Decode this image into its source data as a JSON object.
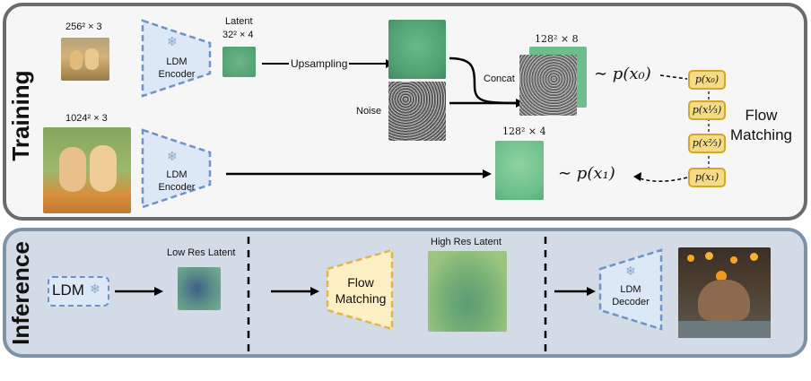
{
  "training": {
    "side_label": "Training",
    "input_small_dims": "256² × 3",
    "input_large_dims": "1024² × 3",
    "encoder_label": "LDM\nEncoder",
    "latent_label": "Latent",
    "latent_dims": "32² × 4",
    "upsampling_label": "Upsampling",
    "noise_label": "Noise",
    "concat_label": "Concat",
    "concat_dims": "128² × 8",
    "target_dims": "128² × 4",
    "dist_x0": "∼ p(x₀)",
    "dist_x1": "∼ p(x₁)",
    "flow_chain": [
      "p(x₀)",
      "p(x⅓)",
      "p(x⅔)",
      "p(x₁)"
    ],
    "flow_matching_label": "Flow\nMatching"
  },
  "inference": {
    "side_label": "Inference",
    "ldm_label": "LDM",
    "low_res_label": "Low Res Latent",
    "flow_matching_label": "Flow\nMatching",
    "high_res_label": "High Res Latent",
    "decoder_label": "LDM\nDecoder"
  },
  "colors": {
    "encoder_fill": "#dce8f6",
    "encoder_border": "#6f93c6",
    "flow_fill": "#fcefc4",
    "flow_border": "#e0b64a",
    "latent_green": "#5fae79",
    "pbox_fill": "#f4dc86"
  }
}
